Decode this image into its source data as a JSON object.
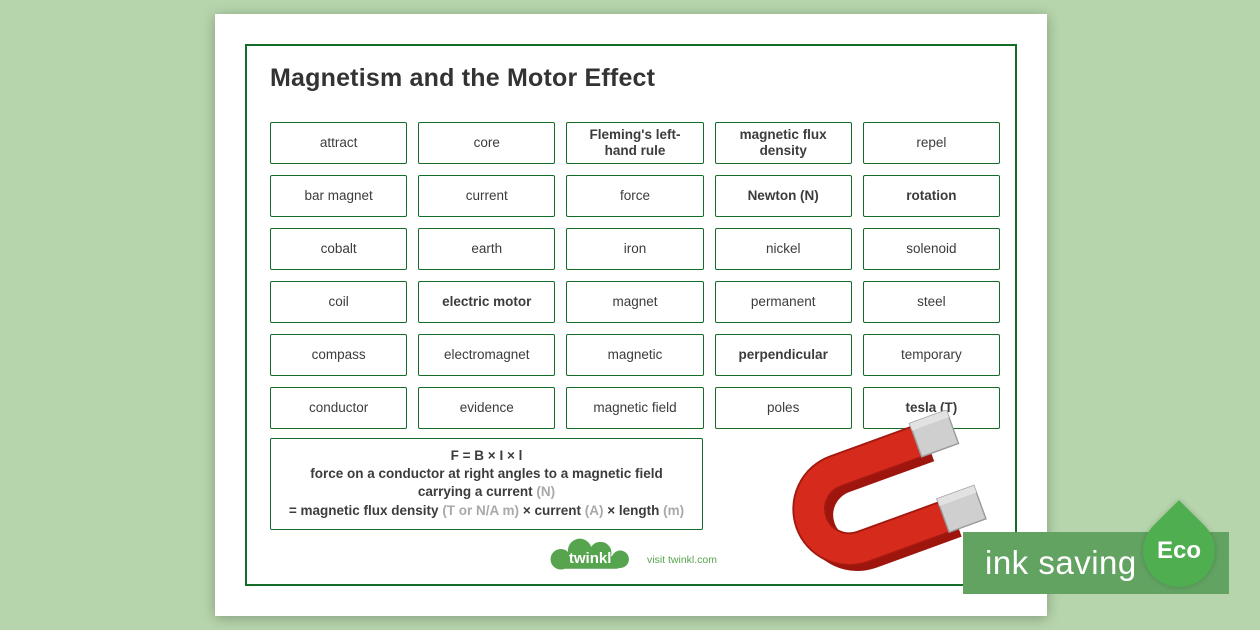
{
  "title": "Magnetism and the Motor Effect",
  "colors": {
    "background": "#b6d5ac",
    "border_green": "#136c27",
    "magnet_red": "#d62a1c",
    "magnet_tip_grey": "#cfcfcf",
    "eco_band_green": "#62a362",
    "eco_leaf_green": "#4fae4f",
    "logo_green": "#56a44e",
    "muted_text": "#a9a9a9"
  },
  "grid": {
    "cells": [
      {
        "text": "attract",
        "bold": false
      },
      {
        "text": "core",
        "bold": false
      },
      {
        "text": "Fleming's left-hand rule",
        "bold": true
      },
      {
        "text": "magnetic flux density",
        "bold": true
      },
      {
        "text": "repel",
        "bold": false
      },
      {
        "text": "bar magnet",
        "bold": false
      },
      {
        "text": "current",
        "bold": false
      },
      {
        "text": "force",
        "bold": false
      },
      {
        "text": "Newton (N)",
        "bold": true
      },
      {
        "text": "rotation",
        "bold": true
      },
      {
        "text": "cobalt",
        "bold": false
      },
      {
        "text": "earth",
        "bold": false
      },
      {
        "text": "iron",
        "bold": false
      },
      {
        "text": "nickel",
        "bold": false
      },
      {
        "text": "solenoid",
        "bold": false
      },
      {
        "text": "coil",
        "bold": false
      },
      {
        "text": "electric motor",
        "bold": true
      },
      {
        "text": "magnet",
        "bold": false
      },
      {
        "text": "permanent",
        "bold": false
      },
      {
        "text": "steel",
        "bold": false
      },
      {
        "text": "compass",
        "bold": false
      },
      {
        "text": "electromagnet",
        "bold": false
      },
      {
        "text": "magnetic",
        "bold": false
      },
      {
        "text": "perpendicular",
        "bold": true
      },
      {
        "text": "temporary",
        "bold": false
      },
      {
        "text": "conductor",
        "bold": false
      },
      {
        "text": "evidence",
        "bold": false
      },
      {
        "text": "magnetic field",
        "bold": false
      },
      {
        "text": "poles",
        "bold": false
      },
      {
        "text": "tesla (T)",
        "bold": true
      }
    ]
  },
  "formula": {
    "equation": "F = B × I × l",
    "desc_main": "force on a conductor at right angles to a magnetic field carrying a current ",
    "desc_unit": "(N)",
    "exp_1": "= magnetic flux density ",
    "exp_1_unit": "(T or N/A m)",
    "exp_2": " × current ",
    "exp_2_unit": "(A)",
    "exp_3": " × length ",
    "exp_3_unit": "(m)"
  },
  "logo": {
    "brand": "twinkl",
    "tagline": "visit twinkl.com"
  },
  "eco": {
    "label": "ink saving",
    "badge": "Eco"
  }
}
